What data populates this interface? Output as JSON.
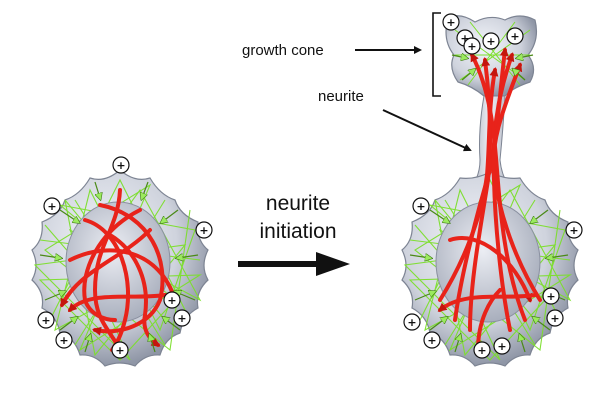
{
  "labels": {
    "transition_line1": "neurite",
    "transition_line2": "initiation",
    "growth_cone": "growth cone",
    "neurite": "neurite"
  },
  "symbols": {
    "plus": "+"
  },
  "colors": {
    "background": "#ffffff",
    "cell_body_light": "#eef0f6",
    "cell_body_dark": "#9aa0ae",
    "nucleus": "#b9bfcc",
    "actin_mesh": "#7cdf2c",
    "force_arrow": "#a8f070",
    "microtubule": "#e8231a",
    "microtubule_dark": "#a80f08",
    "text": "#111111"
  }
}
